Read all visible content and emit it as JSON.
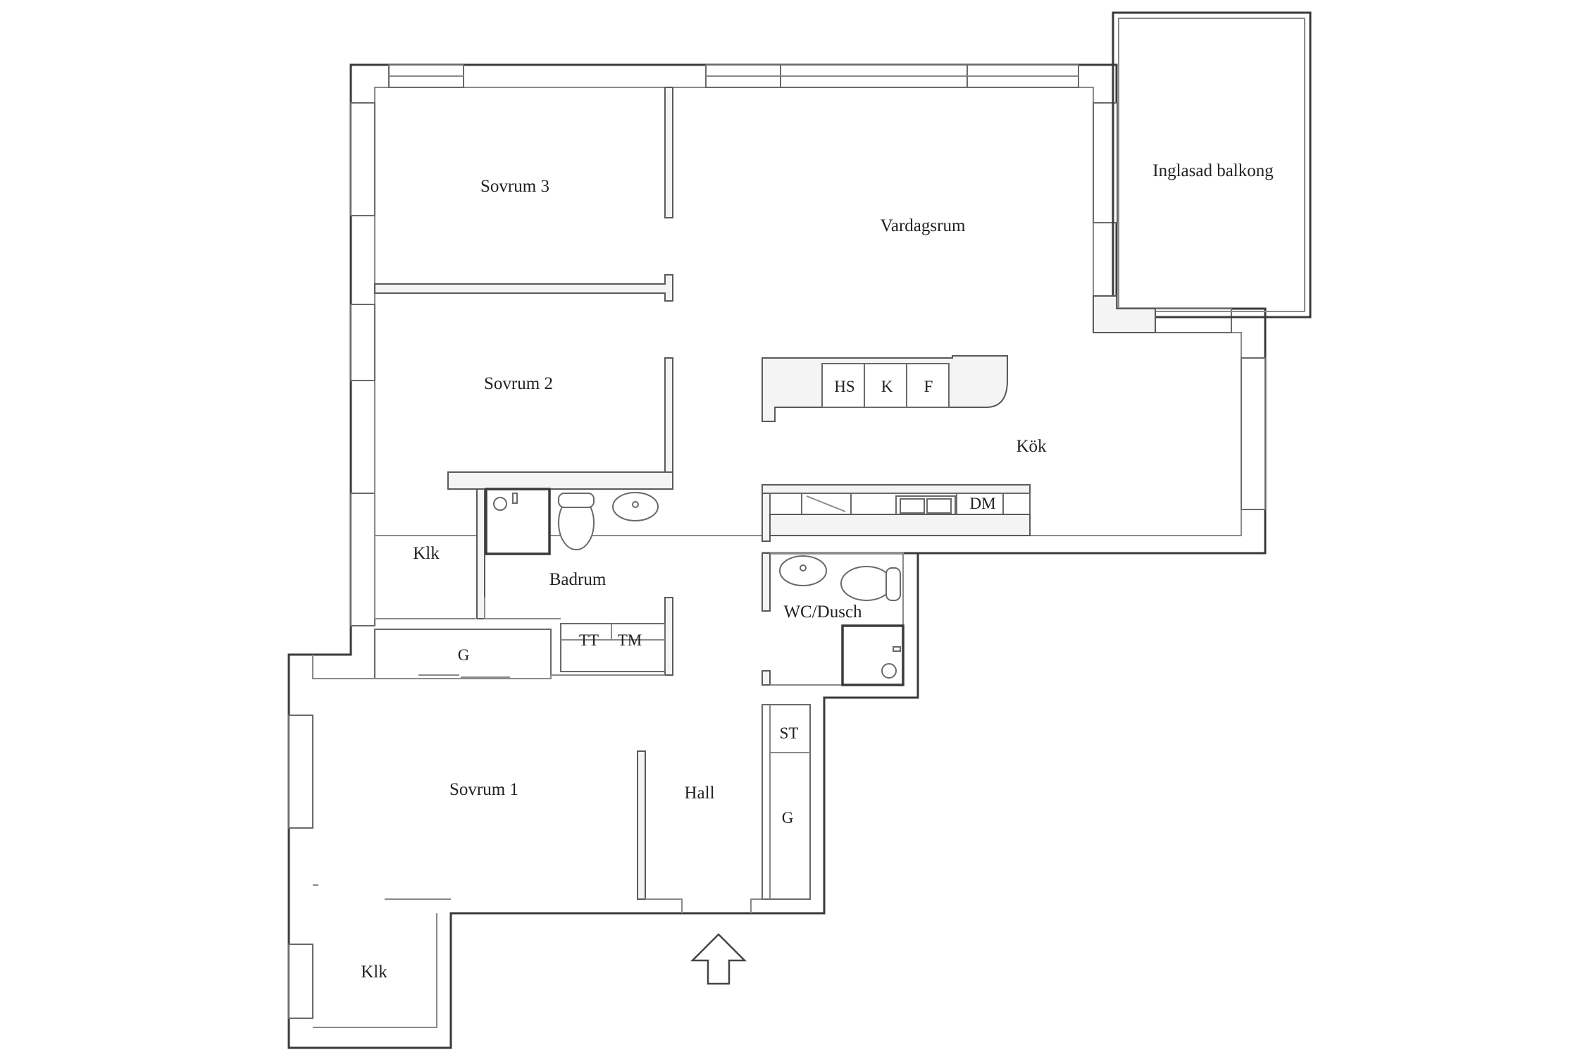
{
  "plan": {
    "rooms": {
      "sovrum3": "Sovrum 3",
      "sovrum2": "Sovrum 2",
      "sovrum1": "Sovrum 1",
      "vardagsrum": "Vardagsrum",
      "balkong": "Inglasad balkong",
      "kok": "Kök",
      "badrum": "Badrum",
      "wc": "WC/Dusch",
      "hall": "Hall",
      "klk_upper": "Klk",
      "klk_lower": "Klk"
    },
    "appliances": {
      "hs": "HS",
      "k": "K",
      "f": "F",
      "dm": "DM",
      "tt": "TT",
      "tm": "TM",
      "g_top": "G",
      "st": "ST",
      "g_hall": "G"
    },
    "entrance_icon": "up-arrow-icon"
  }
}
